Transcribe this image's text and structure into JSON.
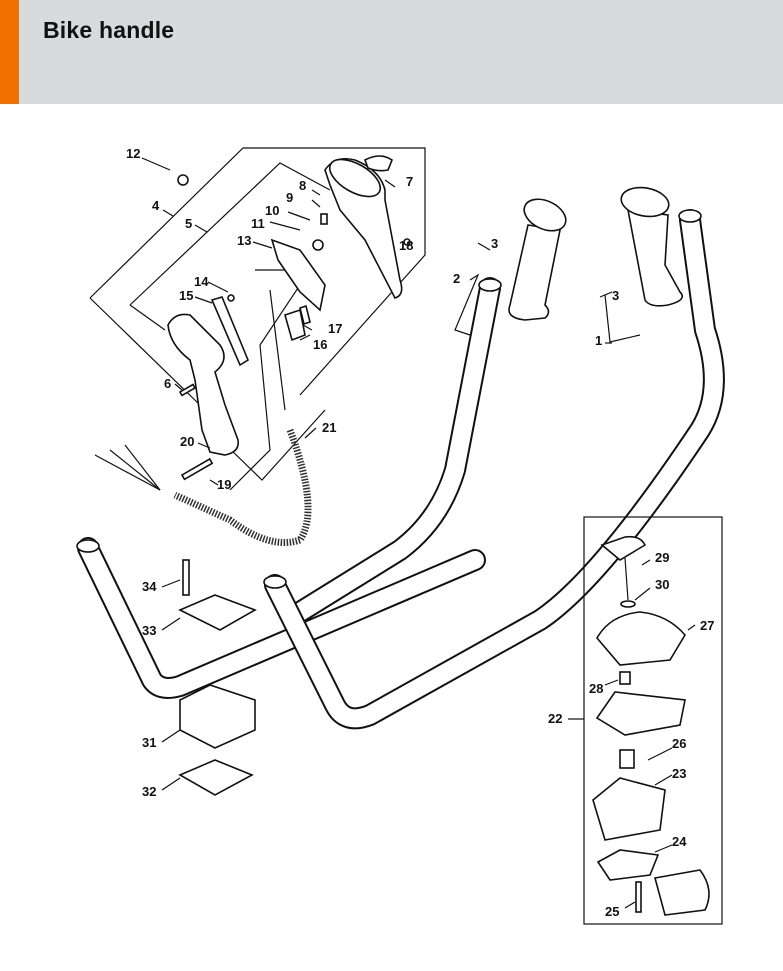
{
  "header": {
    "title": "Bike handle",
    "accent_color": "#f07000",
    "background_color": "#d9dadb"
  },
  "diagram": {
    "type": "exploded parts diagram",
    "callouts": [
      {
        "id": "1",
        "label": "1"
      },
      {
        "id": "2",
        "label": "2"
      },
      {
        "id": "3a",
        "label": "3"
      },
      {
        "id": "3b",
        "label": "3"
      },
      {
        "id": "4",
        "label": "4"
      },
      {
        "id": "5",
        "label": "5"
      },
      {
        "id": "6",
        "label": "6"
      },
      {
        "id": "7",
        "label": "7"
      },
      {
        "id": "8",
        "label": "8"
      },
      {
        "id": "9",
        "label": "9"
      },
      {
        "id": "10",
        "label": "10"
      },
      {
        "id": "11",
        "label": "11"
      },
      {
        "id": "12",
        "label": "12"
      },
      {
        "id": "13",
        "label": "13"
      },
      {
        "id": "14",
        "label": "14"
      },
      {
        "id": "15",
        "label": "15"
      },
      {
        "id": "16",
        "label": "16"
      },
      {
        "id": "17",
        "label": "17"
      },
      {
        "id": "18",
        "label": "18"
      },
      {
        "id": "19",
        "label": "19"
      },
      {
        "id": "20",
        "label": "20"
      },
      {
        "id": "21",
        "label": "21"
      },
      {
        "id": "22",
        "label": "22"
      },
      {
        "id": "23",
        "label": "23"
      },
      {
        "id": "24",
        "label": "24"
      },
      {
        "id": "25",
        "label": "25"
      },
      {
        "id": "26",
        "label": "26"
      },
      {
        "id": "27",
        "label": "27"
      },
      {
        "id": "28",
        "label": "28"
      },
      {
        "id": "29",
        "label": "29"
      },
      {
        "id": "30",
        "label": "30"
      },
      {
        "id": "31",
        "label": "31"
      },
      {
        "id": "32",
        "label": "32"
      },
      {
        "id": "33",
        "label": "33"
      },
      {
        "id": "34",
        "label": "34"
      }
    ]
  }
}
